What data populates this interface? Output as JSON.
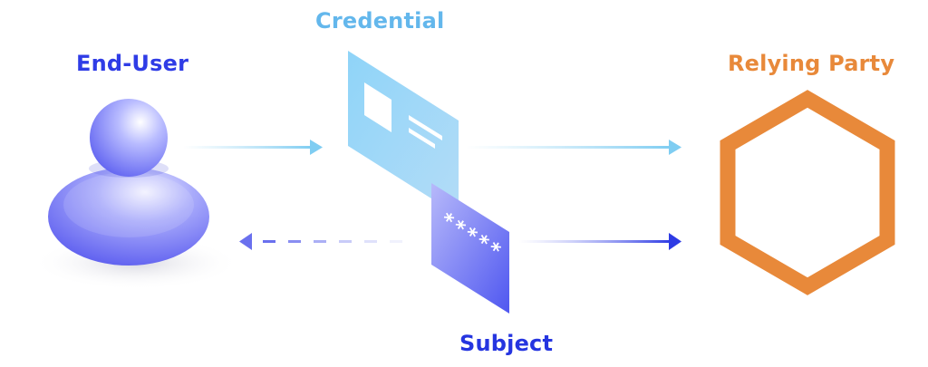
{
  "labels": {
    "end_user": "End-User",
    "credential": "Credential",
    "relying_party": "Relying Party",
    "subject": "Subject"
  },
  "subject_card": {
    "masked_text": "*****"
  },
  "colors": {
    "end_user": "#2f3ce6",
    "credential": "#63b7ec",
    "relying_party": "#e8893a",
    "subject": "#2535e0"
  },
  "icons": {
    "end_user": "user-icon",
    "credential": "credential-card-icon",
    "subject": "subject-password-card-icon",
    "relying_party": "hexagon-icon"
  }
}
